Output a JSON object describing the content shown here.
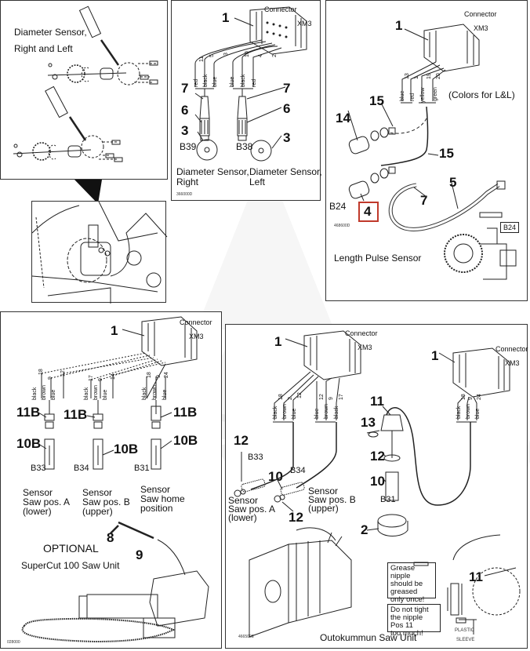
{
  "watermark": "FORESTAGRI",
  "panels": {
    "diameter_exploded": {
      "title_line1": "Diameter Sensor,",
      "title_line2": "Right and  Left"
    },
    "diameter_wiring": {
      "connector_label": "Connector",
      "connector_id": "XM3",
      "callouts": [
        "1",
        "7",
        "7",
        "6",
        "6",
        "3",
        "3"
      ],
      "sensor_right_id": "B39",
      "sensor_left_id": "B38",
      "right_wires": [
        {
          "pin": "11",
          "color": "red"
        },
        {
          "pin": "5",
          "color": "black"
        },
        {
          "pin": "3",
          "color": "blue"
        }
      ],
      "left_wires": [
        {
          "pin": "10",
          "color": "blue"
        },
        {
          "pin": "4",
          "color": "black"
        },
        {
          "pin": "2",
          "color": "red"
        }
      ],
      "caption_right_line1": "Diameter Sensor,",
      "caption_right_line2": "Right",
      "caption_left_line1": "Diameter Sensor,",
      "caption_left_line2": "Left",
      "drawing_no": "366000D"
    },
    "length_pulse": {
      "connector_label": "Connector",
      "connector_id": "XM3",
      "callouts": [
        "1",
        "15",
        "14",
        "15",
        "5",
        "7",
        "4"
      ],
      "highlighted_callout": "4",
      "wires": [
        {
          "pin": "13",
          "color": "blue"
        },
        {
          "pin": "1",
          "color": "red"
        },
        {
          "pin": "19",
          "color": "yellow"
        },
        {
          "pin": "20",
          "color": "green"
        }
      ],
      "colors_note": "(Colors for L&L)",
      "sensor_id": "B24",
      "sensor_id_box": "B24",
      "drawing_no": "468600D",
      "caption": "Length  Pulse  Sensor",
      "highlight_color": "#c0392b"
    },
    "supercut": {
      "connector_label": "Connector",
      "connector_id": "XM3",
      "callout_1": "1",
      "groups": [
        {
          "wires": [
            {
              "pin": "18",
              "color": "black"
            },
            {
              "pin": "9",
              "color": "brown"
            },
            {
              "pin": "12",
              "color": "blue"
            }
          ],
          "callout_top": "11B",
          "callout_bottom": "10B",
          "sensor_id": "B33",
          "caption": [
            "Sensor",
            "Saw  pos. A",
            "(lower)"
          ]
        },
        {
          "wires": [
            {
              "pin": "17",
              "color": "black"
            },
            {
              "pin": "9",
              "color": "brown"
            },
            {
              "pin": "14",
              "color": "blue"
            }
          ],
          "callout_top": "11B",
          "callout_bottom": "10B",
          "sensor_id": "B34",
          "caption": [
            "Sensor",
            "Saw  pos. B",
            "(upper)"
          ]
        },
        {
          "wires": [
            {
              "pin": "18",
              "color": "black"
            },
            {
              "pin": "9",
              "color": "brown"
            },
            {
              "pin": "24",
              "color": "blue"
            }
          ],
          "callout_top": "11B",
          "callout_bottom": "10B",
          "sensor_id": "B31",
          "caption": [
            "Sensor",
            "Saw  home",
            "position"
          ]
        }
      ],
      "callout_8": "8",
      "callout_9": "9",
      "optional_label": "OPTIONAL",
      "unit_label": "SuperCut 100  Saw  Unit",
      "drawing_no": "028000"
    },
    "outokummun": {
      "connector_label": "Connector",
      "connector_id": "XM3",
      "connector2_label": "Connector",
      "connector2_id": "XM3",
      "left_wires": [
        {
          "pin": "18",
          "color": "black"
        },
        {
          "pin": "2",
          "color": "brown"
        },
        {
          "pin": "12",
          "color": "blue"
        }
      ],
      "right_wires": [
        {
          "pin": "12",
          "color": "blue"
        },
        {
          "pin": "9",
          "color": "brown"
        },
        {
          "pin": "17",
          "color": "black"
        }
      ],
      "third_wires": [
        {
          "pin": "18",
          "color": "black"
        },
        {
          "pin": "9",
          "color": "brown"
        },
        {
          "pin": "24",
          "color": "blue"
        }
      ],
      "callouts": {
        "c1a": "1",
        "c1b": "1",
        "c11": "11",
        "c13": "13",
        "c12a": "12",
        "c12b": "12",
        "c12c": "12",
        "c10a": "10",
        "c10b": "10",
        "c2": "2",
        "c11b": "11"
      },
      "sensor_a_id": "B33",
      "sensor_b_id": "B34",
      "sensor_home_id": "B31",
      "caption_a": [
        "Sensor",
        "Saw  pos. A",
        "(lower)"
      ],
      "caption_b": [
        "Sensor",
        "Saw  pos. B",
        "(upper)"
      ],
      "grease_note": [
        "Grease nipple",
        "should  be",
        "greased",
        "only once!"
      ],
      "tight_note": [
        "Do  not tight",
        "the  nipple Pos 11",
        "too much!"
      ],
      "plastic_label": "PLASTIC",
      "sleeve_label": "SLEEVE",
      "unit_label": "Outokummun  Saw  Unit",
      "drawing_no": "466500E"
    }
  }
}
